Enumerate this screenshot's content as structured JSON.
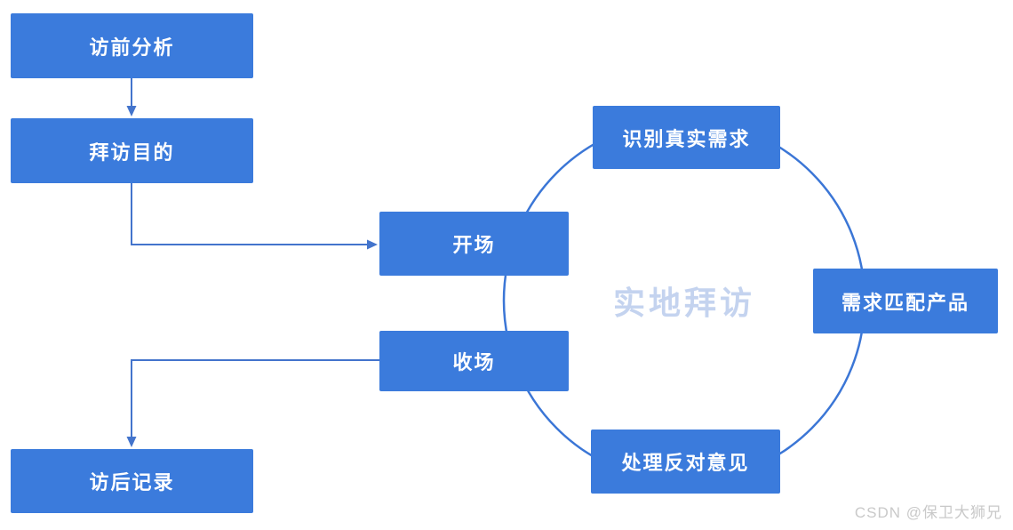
{
  "diagram": {
    "title_hint": "field-visit sales process flowchart",
    "center_label": "实地拜访",
    "watermark": "CSDN @保卫大狮兄",
    "nodes": [
      {
        "id": "pre-visit-analysis",
        "label": "访前分析"
      },
      {
        "id": "visit-purpose",
        "label": "拜访目的"
      },
      {
        "id": "opening",
        "label": "开场"
      },
      {
        "id": "closing",
        "label": "收场"
      },
      {
        "id": "post-visit-record",
        "label": "访后记录"
      },
      {
        "id": "identify-real-needs",
        "label": "识别真实需求"
      },
      {
        "id": "match-needs-to-product",
        "label": "需求匹配产品"
      },
      {
        "id": "handle-objections",
        "label": "处理反对意见"
      }
    ],
    "edges": [
      {
        "from": "访前分析",
        "to": "拜访目的",
        "type": "arrow"
      },
      {
        "from": "拜访目的",
        "to": "开场",
        "type": "arrow-elbow"
      },
      {
        "from": "收场",
        "to": "访后记录",
        "type": "arrow-elbow"
      },
      {
        "from": "开场",
        "to": "识别真实需求,需求匹配产品,处理反对意见,收场",
        "type": "cycle-circle"
      }
    ],
    "colors": {
      "node_fill": "#3b7bdc",
      "node_text": "#ffffff",
      "connector": "#4374cc",
      "circle_stroke": "#3b76d6",
      "center_label": "#c4d3ef",
      "watermark": "#c9c9c9",
      "background": "#ffffff"
    }
  }
}
